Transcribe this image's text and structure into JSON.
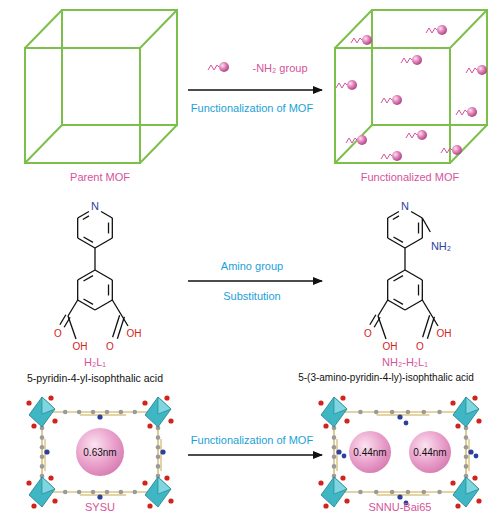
{
  "diagram": {
    "nodes": [
      {
        "text": [
          "0.63nm"
        ]
      },
      {
        "text": [
          "0.44nm"
        ]
      },
      {
        "text": [
          "0.44nm"
        ]
      }
    ],
    "labels": [
      "Parent MOF",
      "-NH₂ group",
      "Functionalization of MOF",
      "Functionalized MOF",
      "N",
      "O",
      "OH",
      "O",
      "OH",
      "Amino group",
      "Substitution",
      "N",
      "NH₂",
      "O",
      "OH",
      "O",
      "OH",
      "H₂L₁",
      "5-pyridin-4-yl-isophthalic acid",
      "NH₂-H₂L₁",
      "5-(3-amino-pyridin-4-ly)-isophthalic acid",
      "Functionalization of MOF",
      "SYSU",
      "SNNU-Bai65"
    ]
  }
}
